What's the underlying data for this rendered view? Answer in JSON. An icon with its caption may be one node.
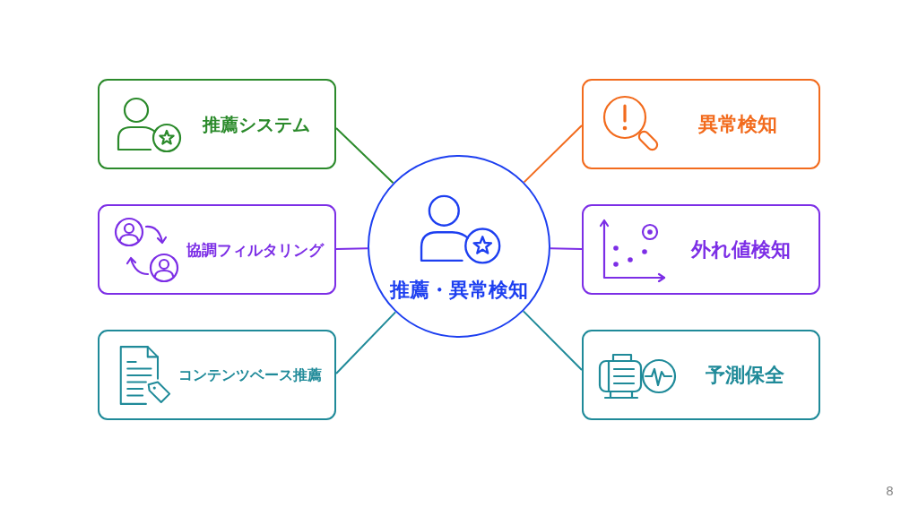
{
  "diagram": {
    "nodes": [
      {
        "text": [
          "推薦システム"
        ]
      },
      {
        "text": [
          "異常検知"
        ]
      },
      {
        "text": [
          "協調フィルタリング"
        ]
      },
      {
        "text": [
          "推薦・異常検知"
        ]
      },
      {
        "text": [
          "外れ値検知"
        ]
      },
      {
        "text": [
          "コンテンツベース推薦"
        ]
      },
      {
        "text": [
          "予測保全"
        ]
      }
    ],
    "edges": [
      {
        "from": 3,
        "to": 0,
        "arrow": "none",
        "color": "#2b8a2b"
      },
      {
        "from": 3,
        "to": 1,
        "arrow": "none",
        "color": "#f26b1d"
      },
      {
        "from": 3,
        "to": 2,
        "arrow": "none",
        "color": "#7c2ee6"
      },
      {
        "from": 3,
        "to": 4,
        "arrow": "none",
        "color": "#7c2ee6"
      },
      {
        "from": 3,
        "to": 5,
        "arrow": "none",
        "color": "#1f8a99"
      },
      {
        "from": 3,
        "to": 6,
        "arrow": "none",
        "color": "#1f8a99"
      }
    ],
    "labels": [
      "8"
    ]
  }
}
